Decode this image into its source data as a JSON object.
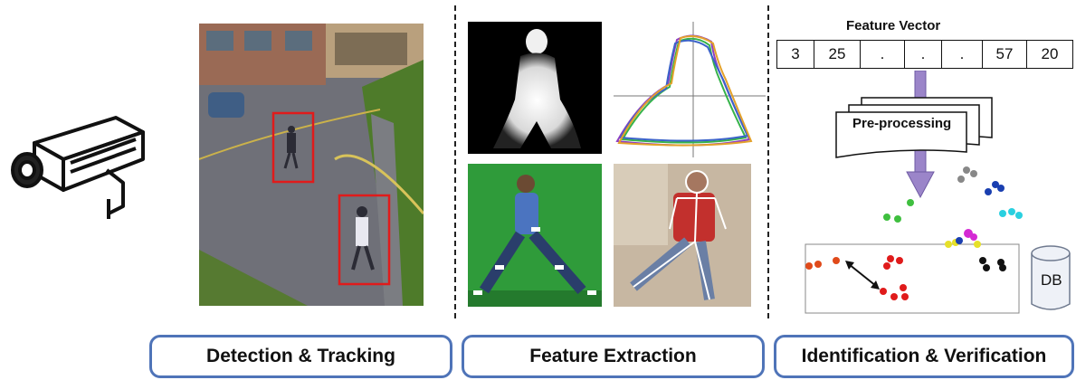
{
  "stages": [
    {
      "label": "Detection & Tracking"
    },
    {
      "label": "Feature Extraction"
    },
    {
      "label": "Identification & Verification"
    }
  ],
  "feature_vector": {
    "title": "Feature Vector",
    "cells": [
      "3",
      "25",
      ".",
      ".",
      ".",
      "57",
      "20"
    ]
  },
  "preprocessing_label": "Pre-processing",
  "database_label": "DB",
  "icons": {
    "camera": "cctv-camera-icon",
    "database": "database-icon"
  },
  "colors": {
    "stage_border": "#4f74b8",
    "bounding_box": "#e01b1b",
    "arrow": "#9b85c9",
    "green_screen": "#2f9b3a"
  }
}
